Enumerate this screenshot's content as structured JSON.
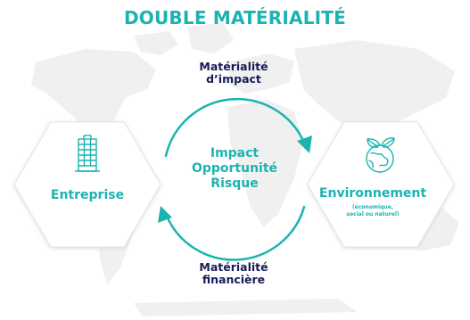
{
  "title": "DOUBLE MATÉRIALITÉ",
  "top_label": {
    "line1": "Matérialité",
    "line2": "d’impact"
  },
  "bottom_label": {
    "line1": "Matérialité",
    "line2": "financière"
  },
  "center": {
    "line1": "Impact",
    "line2": "Opportunité",
    "line3": "Risque"
  },
  "left_node": {
    "label": "Entreprise",
    "icon": "building-icon"
  },
  "right_node": {
    "label": "Environnement",
    "sublabel_line1": "(économique,",
    "sublabel_line2": "social ou naturel)",
    "icon": "globe-leaves-icon"
  },
  "colors": {
    "teal": "#1bb3b2",
    "navy": "#161c5a",
    "map": "#efefef",
    "hex_fill": "#ffffff",
    "hex_border": "#e4e6ec"
  }
}
